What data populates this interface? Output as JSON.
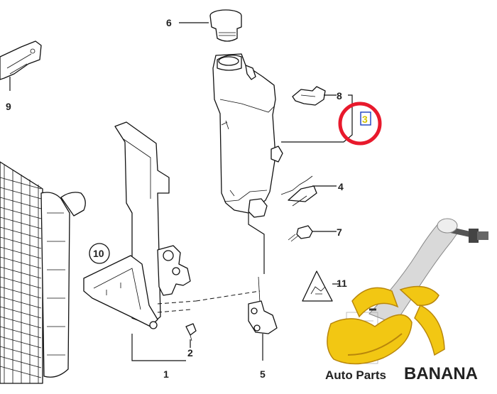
{
  "callouts": {
    "c1": "1",
    "c2": "2",
    "c3": "3",
    "c4": "4",
    "c5": "5",
    "c6": "6",
    "c7": "7",
    "c8": "8",
    "c9": "9",
    "c10": "10",
    "c11": "11"
  },
  "highlight": {
    "color": "#e8192c",
    "label_color": "#d4c400",
    "label_box": "#1a3fbf"
  },
  "watermark": {
    "text_prefix": "Auto Parts",
    "text_brand": "BANANA",
    "colors": {
      "banana": "#f2c713",
      "banana_dark": "#b8860b",
      "text": "#222222",
      "arm": "#d9d9d9"
    }
  }
}
